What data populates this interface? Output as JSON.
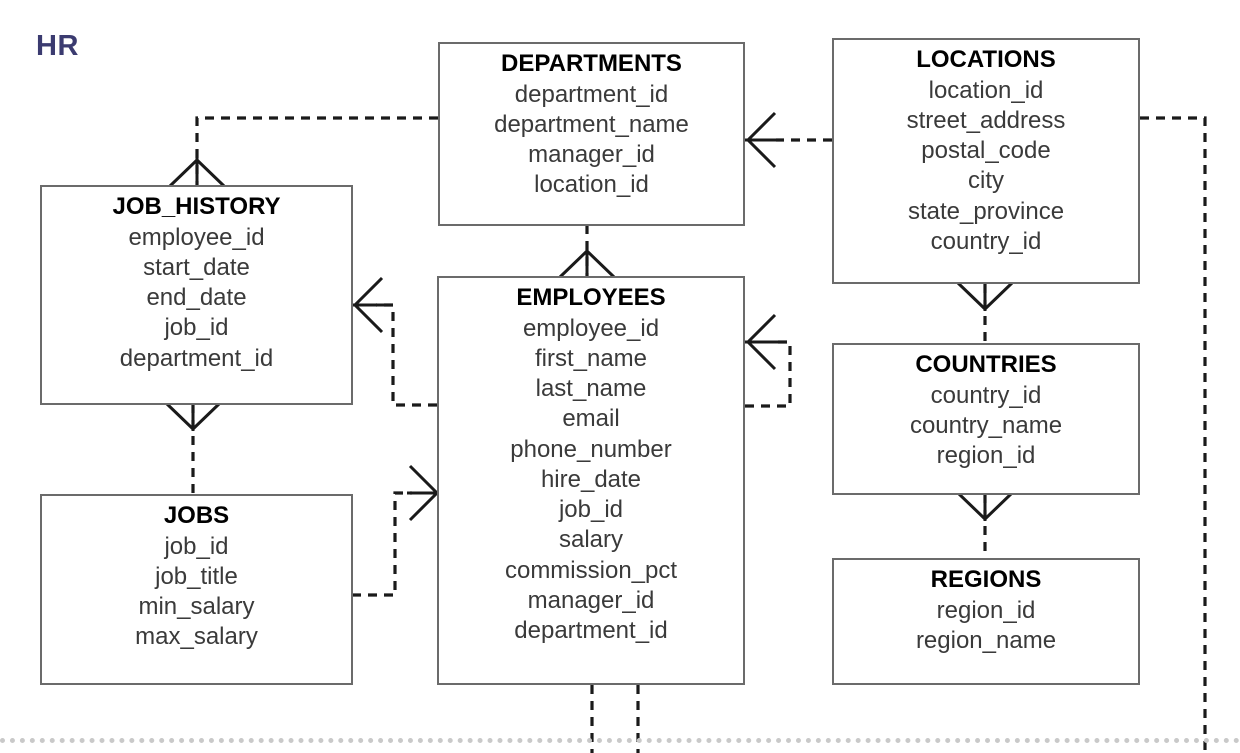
{
  "diagram": {
    "schema_label": "HR",
    "schema_label_color": "#3b3b70",
    "box_border_color": "#6b6b6b",
    "line_color": "#1a1a1a",
    "divider_color": "#c9c9c9"
  },
  "entities": {
    "job_history": {
      "title": "JOB_HISTORY",
      "attributes": [
        "employee_id",
        "start_date",
        "end_date",
        "job_id",
        "department_id"
      ]
    },
    "jobs": {
      "title": "JOBS",
      "attributes": [
        "job_id",
        "job_title",
        "min_salary",
        "max_salary"
      ]
    },
    "departments": {
      "title": "DEPARTMENTS",
      "attributes": [
        "department_id",
        "department_name",
        "manager_id",
        "location_id"
      ]
    },
    "employees": {
      "title": "EMPLOYEES",
      "attributes": [
        "employee_id",
        "first_name",
        "last_name",
        "email",
        "phone_number",
        "hire_date",
        "job_id",
        "salary",
        "commission_pct",
        "manager_id",
        "department_id"
      ]
    },
    "locations": {
      "title": "LOCATIONS",
      "attributes": [
        "location_id",
        "street_address",
        "postal_code",
        "city",
        "state_province",
        "country_id"
      ]
    },
    "countries": {
      "title": "COUNTRIES",
      "attributes": [
        "country_id",
        "country_name",
        "region_id"
      ]
    },
    "regions": {
      "title": "REGIONS",
      "attributes": [
        "region_id",
        "region_name"
      ]
    }
  },
  "relationships": [
    {
      "name": "departments-to-job-history",
      "from": "departments",
      "to": "job_history",
      "crowfoot_at": "job_history"
    },
    {
      "name": "departments-to-employees",
      "from": "departments",
      "to": "employees",
      "crowfoot_at": "employees"
    },
    {
      "name": "departments-to-locations",
      "from": "locations",
      "to": "departments",
      "crowfoot_at": "departments"
    },
    {
      "name": "employees-to-job-history",
      "from": "employees",
      "to": "job_history",
      "crowfoot_at": "job_history"
    },
    {
      "name": "employees-to-jobs",
      "from": "jobs",
      "to": "employees",
      "crowfoot_at": "employees"
    },
    {
      "name": "employees-self-manager",
      "from": "employees",
      "to": "employees",
      "crowfoot_at": "employees"
    },
    {
      "name": "job-history-to-jobs",
      "from": "jobs",
      "to": "job_history",
      "crowfoot_at": "job_history"
    },
    {
      "name": "locations-to-countries",
      "from": "countries",
      "to": "locations",
      "crowfoot_at": "locations"
    },
    {
      "name": "countries-to-regions",
      "from": "regions",
      "to": "countries",
      "crowfoot_at": "countries"
    }
  ]
}
